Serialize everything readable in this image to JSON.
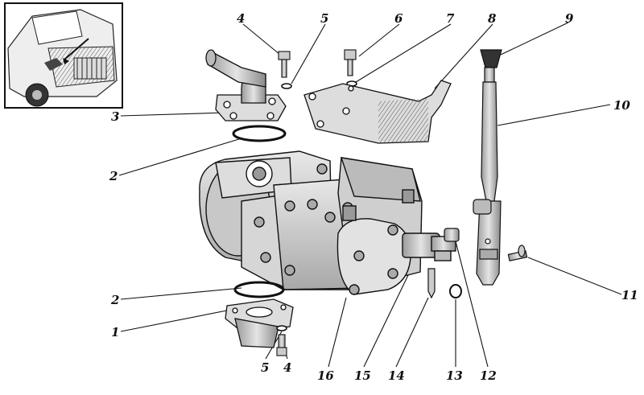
{
  "diagram": {
    "callouts": [
      "1",
      "2",
      "3",
      "4",
      "5",
      "6",
      "7",
      "8",
      "9",
      "10",
      "11",
      "12",
      "13",
      "14",
      "15",
      "16"
    ],
    "labels": [
      {
        "id": "l4a",
        "text": "4"
      },
      {
        "id": "l5a",
        "text": "5"
      },
      {
        "id": "l6",
        "text": "6"
      },
      {
        "id": "l7",
        "text": "7"
      },
      {
        "id": "l8",
        "text": "8"
      },
      {
        "id": "l9",
        "text": "9"
      },
      {
        "id": "l10",
        "text": "10"
      },
      {
        "id": "l3",
        "text": "3"
      },
      {
        "id": "l2a",
        "text": "2"
      },
      {
        "id": "l11",
        "text": "11"
      },
      {
        "id": "l2b",
        "text": "2"
      },
      {
        "id": "l1",
        "text": "1"
      },
      {
        "id": "l5b",
        "text": "5"
      },
      {
        "id": "l4b",
        "text": "4"
      },
      {
        "id": "l16",
        "text": "16"
      },
      {
        "id": "l15",
        "text": "15"
      },
      {
        "id": "l14",
        "text": "14"
      },
      {
        "id": "l13",
        "text": "13"
      },
      {
        "id": "l12",
        "text": "12"
      }
    ]
  }
}
